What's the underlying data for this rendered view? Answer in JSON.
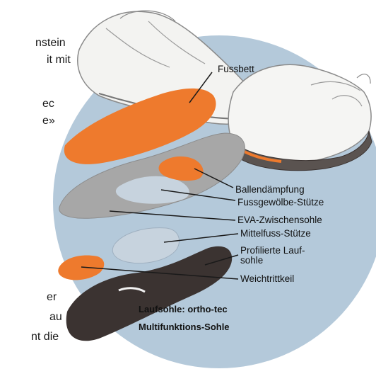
{
  "background_text": [
    "nstein",
    "it mit",
    "ec",
    "e»",
    "er",
    "au",
    "nt die"
  ],
  "labels": {
    "fussbett": "Fussbett",
    "ballendaempfung": "Ballendämpfung",
    "fussgewoelbe": "Fussgewölbe-Stütze",
    "eva": "EVA-Zwischensohle",
    "mittelfuss": "Mittelfuss-Stütze",
    "profilierte_line1": "Profilierte Lauf-",
    "profilierte_line2": "sohle",
    "weichtrittkeil": "Weichtrittkeil",
    "caption_line1": "Laufsohle: ortho-tec",
    "caption_line2": "Multifunktions-Sohle"
  },
  "colors": {
    "circle": "#b4c9da",
    "orange": "#ee7a2d",
    "sole_dark": "#3b3331",
    "midsole_grey": "#a7a7a7",
    "support_blue": "#c7d3de"
  }
}
